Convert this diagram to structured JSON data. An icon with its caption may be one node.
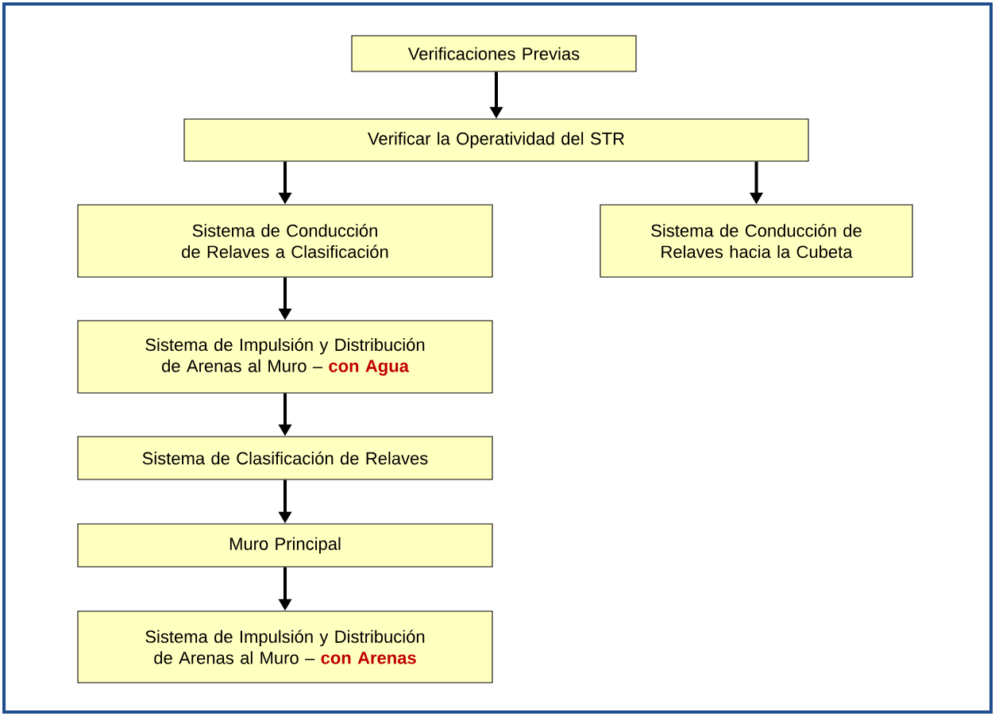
{
  "diagram": {
    "nodes": [
      {
        "text": [
          "Verificaciones Previas"
        ]
      },
      {
        "text": [
          "Verificar la Operatividad del STR"
        ]
      },
      {
        "text": [
          "Sistema de Conducción de Relaves a Clasificación"
        ]
      },
      {
        "text": [
          "Sistema de Conducción de Relaves hacia la Cubeta"
        ]
      },
      {
        "text": [
          "Sistema de Impulsión y Distribución de Arenas al Muro – **con Agua**"
        ]
      },
      {
        "text": [
          "Sistema de Clasificación de Relaves"
        ]
      },
      {
        "text": [
          "Muro Principal"
        ]
      },
      {
        "text": [
          "Sistema de Impulsión y Distribución de Arenas al Muro – **con Arenas**"
        ]
      }
    ],
    "edges": [
      {
        "from": 0,
        "to": 1,
        "arrow": "to"
      },
      {
        "from": 1,
        "to": 2,
        "arrow": "to"
      },
      {
        "from": 1,
        "to": 3,
        "arrow": "to"
      },
      {
        "from": 2,
        "to": 4,
        "arrow": "to"
      },
      {
        "from": 4,
        "to": 5,
        "arrow": "to"
      },
      {
        "from": 5,
        "to": 6,
        "arrow": "to"
      },
      {
        "from": 6,
        "to": 7,
        "arrow": "to"
      }
    ]
  }
}
